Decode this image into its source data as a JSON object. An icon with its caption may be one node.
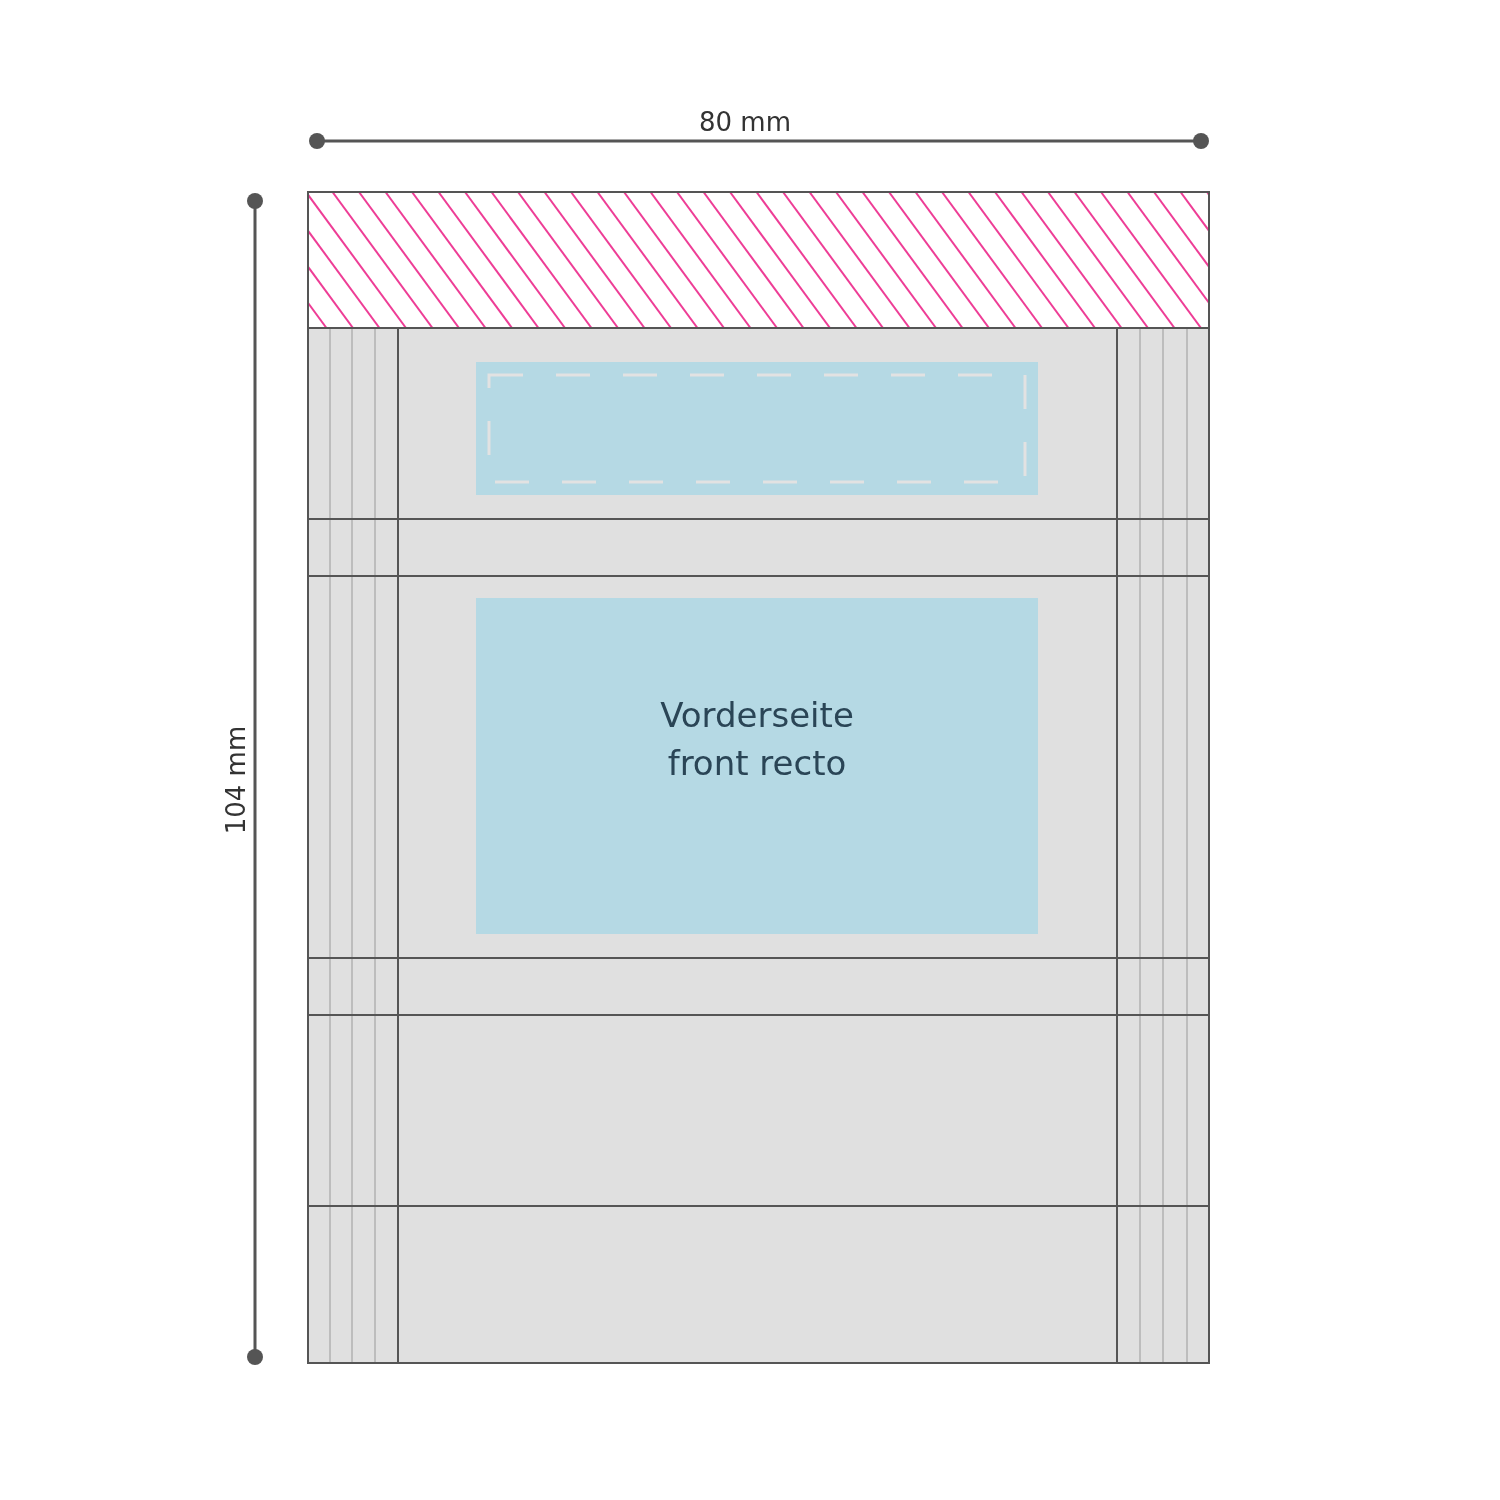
{
  "diagram": {
    "nodes": [
      {
        "text": [],
        "shape": "box"
      },
      {
        "text": [
          "Vorderseite front recto"
        ]
      }
    ],
    "labels": [
      "80 mm",
      "104 mm"
    ]
  }
}
